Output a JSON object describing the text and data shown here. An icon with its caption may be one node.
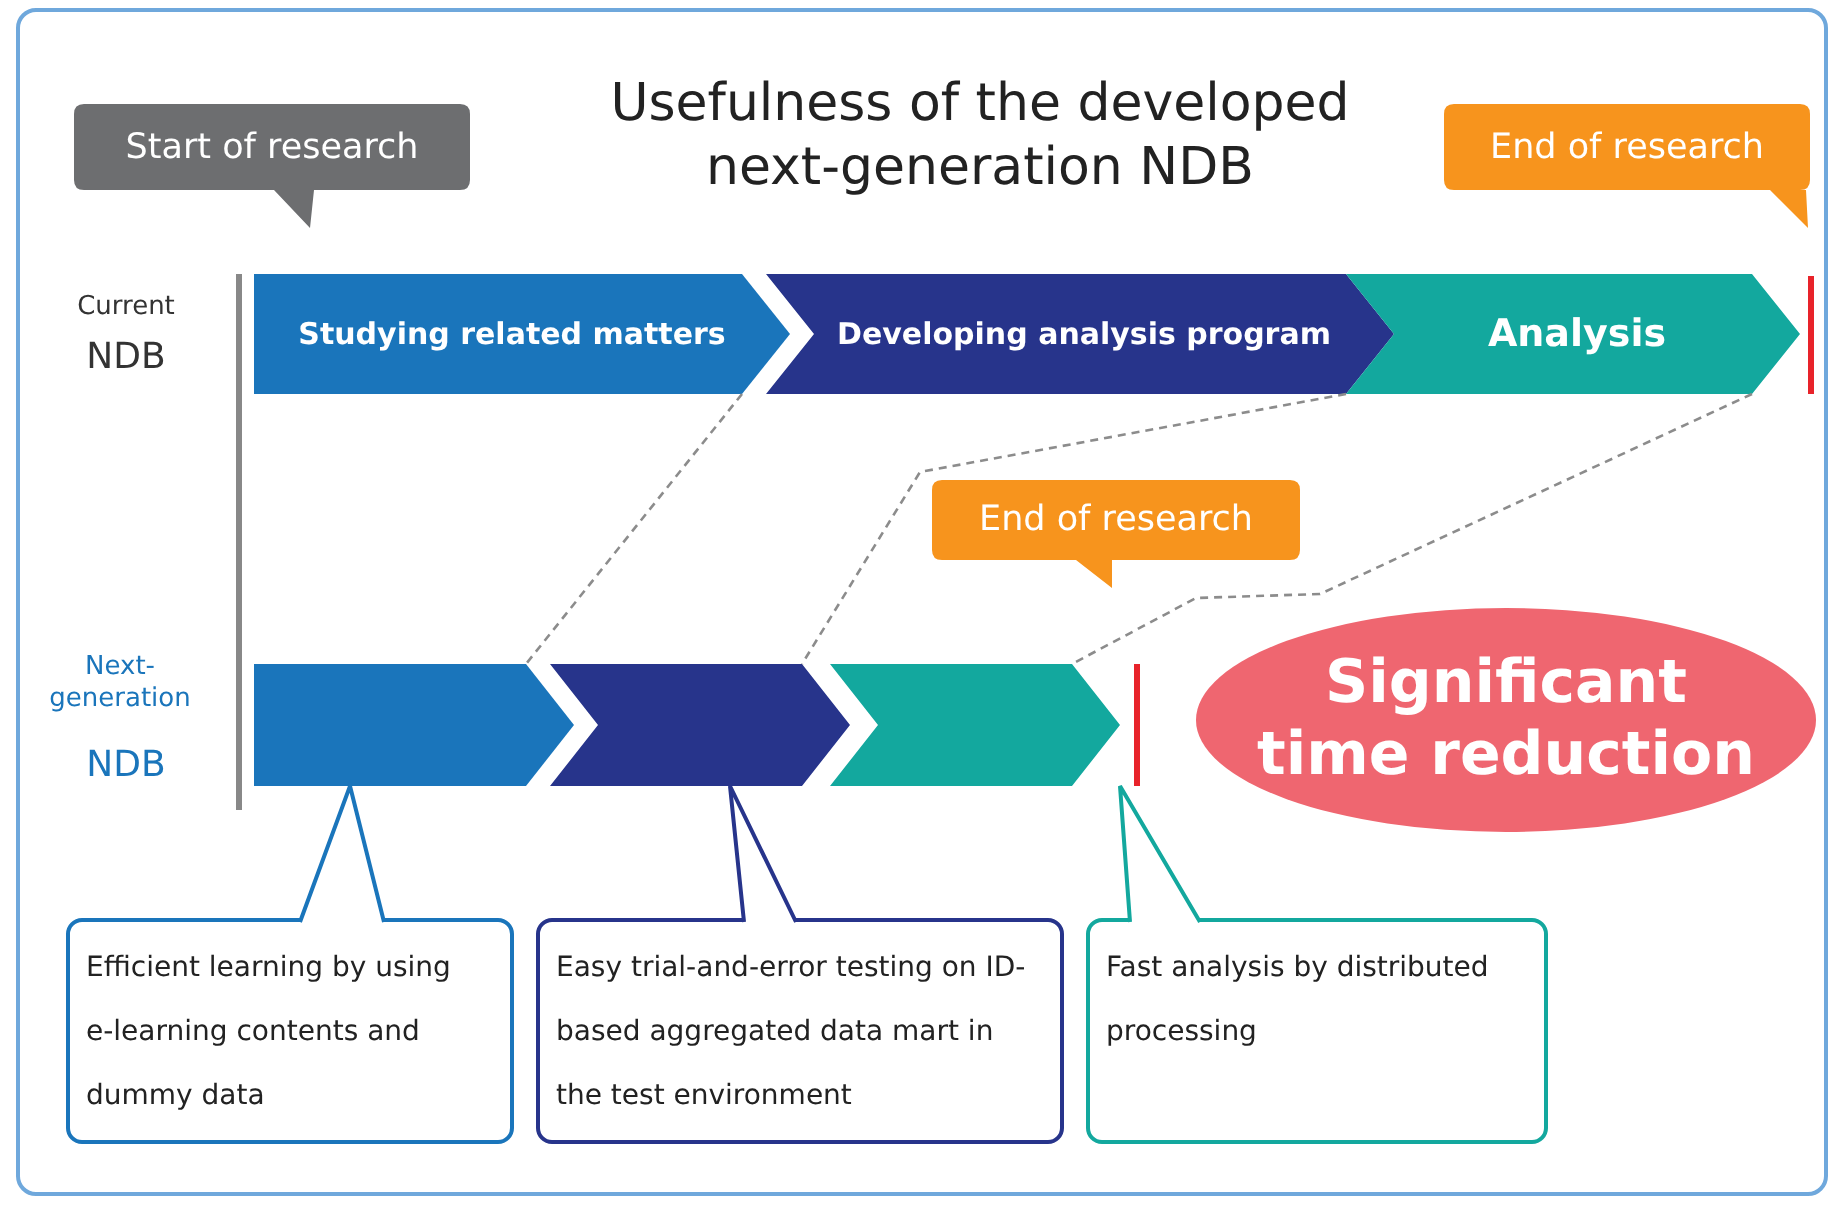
{
  "diagram": {
    "title": "Usefulness of the developed next-generation NDB",
    "nodes": [
      {
        "text": [
          "Start of research"
        ]
      },
      {
        "text": [
          "End of research"
        ]
      },
      {
        "text": [
          "Studying related matters"
        ]
      },
      {
        "text": [
          "Developing analysis program"
        ]
      },
      {
        "text": [
          "Analysis"
        ]
      },
      {
        "text": [
          "End of research"
        ]
      },
      {
        "text": [],
        "shape": "chevron"
      },
      {
        "text": [],
        "shape": "chevron"
      },
      {
        "text": [],
        "shape": "chevron"
      },
      {
        "text": [
          "Significant time reduction"
        ]
      },
      {
        "text": [
          "Efficient learning by using e-learning contents and dummy data"
        ]
      },
      {
        "text": [
          "Easy trial-and-error testing on ID-based aggregated data mart in the test environment"
        ]
      },
      {
        "text": [
          "Fast analysis by distributed processing"
        ]
      }
    ],
    "edges": [
      {
        "from": 2,
        "to": 6,
        "arrow": "none",
        "style": "dashed",
        "color": "#8c8c8c"
      },
      {
        "from": 3,
        "to": 7,
        "arrow": "none",
        "style": "dashed",
        "color": "#8c8c8c"
      },
      {
        "from": 4,
        "to": 8,
        "arrow": "none",
        "style": "dashed",
        "color": "#8c8c8c"
      },
      {
        "from": 10,
        "to": 6,
        "arrow": "none",
        "color": "#1a75bb"
      },
      {
        "from": 11,
        "to": 7,
        "arrow": "none",
        "color": "#27348b"
      },
      {
        "from": 12,
        "to": 8,
        "arrow": "none",
        "color": "#13a89e"
      }
    ],
    "labels": [
      "Current",
      "NDB",
      "Next-generation",
      "NDB"
    ]
  }
}
